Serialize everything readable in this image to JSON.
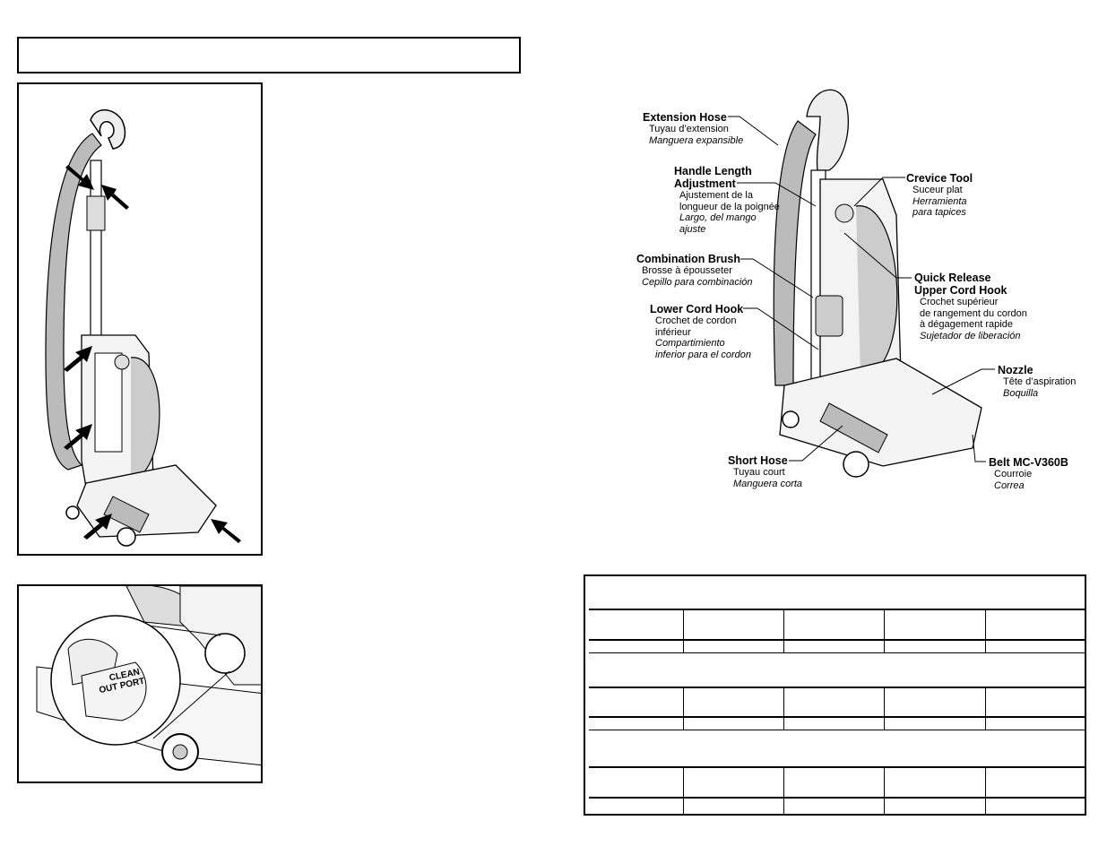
{
  "labels": {
    "extension_hose": {
      "en": "Extension Hose",
      "fr": "Tuyau d’extension",
      "es": "Manguera expansible"
    },
    "handle_length": {
      "en1": "Handle Length",
      "en2": "Adjustment",
      "fr1": "Ajustement de la",
      "fr2": "longueur de la poignée",
      "es1": "Largo, del mango",
      "es2": "ajuste"
    },
    "combination_brush": {
      "en": "Combination Brush",
      "fr": "Brosse à épousseter",
      "es": "Cepillo para combinación"
    },
    "lower_cord_hook": {
      "en": "Lower Cord Hook",
      "fr1": "Crochet de cordon",
      "fr2": "inférieur",
      "es1": "Compartimiento",
      "es2": "inferior para el cordon"
    },
    "crevice_tool": {
      "en": "Crevice Tool",
      "fr": "Suceur plat",
      "es1": "Herramienta",
      "es2": "para tapices"
    },
    "quick_release": {
      "en1": "Quick Release",
      "en2": "Upper Cord Hook",
      "fr1": "Crochet supérieur",
      "fr2": "de rangement du cordon",
      "fr3": "à dégagement rapide",
      "es": "Sujetador de liberación"
    },
    "nozzle": {
      "en": "Nozzle",
      "fr": "Tête d’aspiration",
      "es": "Boquilla"
    },
    "short_hose": {
      "en": "Short Hose",
      "fr": "Tuyau court",
      "es": "Manguera corta"
    },
    "belt": {
      "en": "Belt MC-V360B",
      "fr": "Courroie",
      "es": "Correa"
    }
  },
  "inset_text": {
    "line1": "CLEAN",
    "line2": "OUT PORT"
  }
}
